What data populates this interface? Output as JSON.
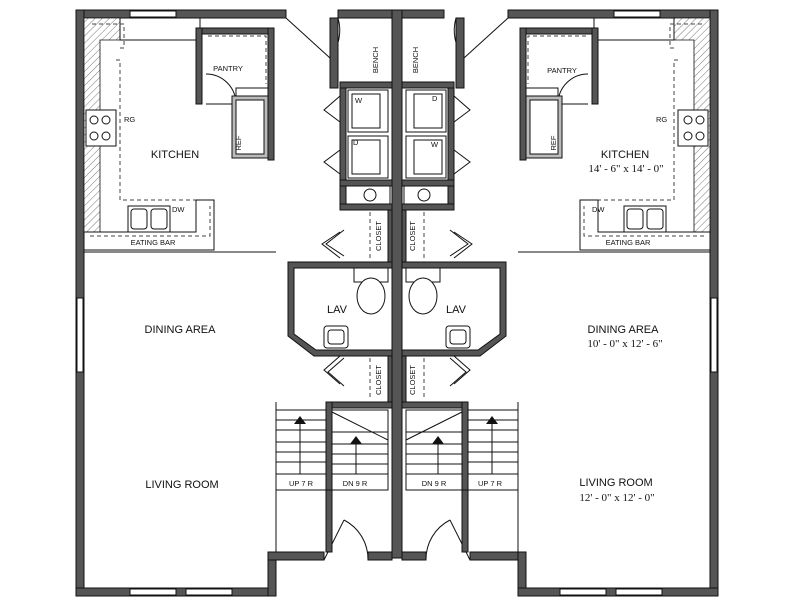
{
  "units": {
    "left": {
      "kitchen": "KITCHEN",
      "pantry": "PANTRY",
      "ref": "REF",
      "range": "RG",
      "dishwasher": "DW",
      "eating_bar": "EATING BAR",
      "dining": "DINING AREA",
      "living": "LIVING ROOM",
      "lav": "LAV",
      "closet_upper": "CLOSET",
      "closet_lower": "CLOSET",
      "bench": "BENCH",
      "washer": "W",
      "dryer": "D",
      "stair_up": "UP 7 R",
      "stair_down": "DN 9 R"
    },
    "right": {
      "kitchen": "KITCHEN",
      "kitchen_dim": "14' - 6\" x 14' - 0\"",
      "pantry": "PANTRY",
      "ref": "REF",
      "range": "RG",
      "dishwasher": "DW",
      "eating_bar": "EATING BAR",
      "dining": "DINING AREA",
      "dining_dim": "10' - 0\" x 12' - 6\"",
      "living": "LIVING ROOM",
      "living_dim": "12' - 0\" x 12' - 0\"",
      "lav": "LAV",
      "closet_upper": "CLOSET",
      "closet_lower": "CLOSET",
      "bench": "BENCH",
      "washer": "W",
      "dryer": "D",
      "stair_up": "UP 7 R",
      "stair_down": "DN 9 R"
    }
  }
}
